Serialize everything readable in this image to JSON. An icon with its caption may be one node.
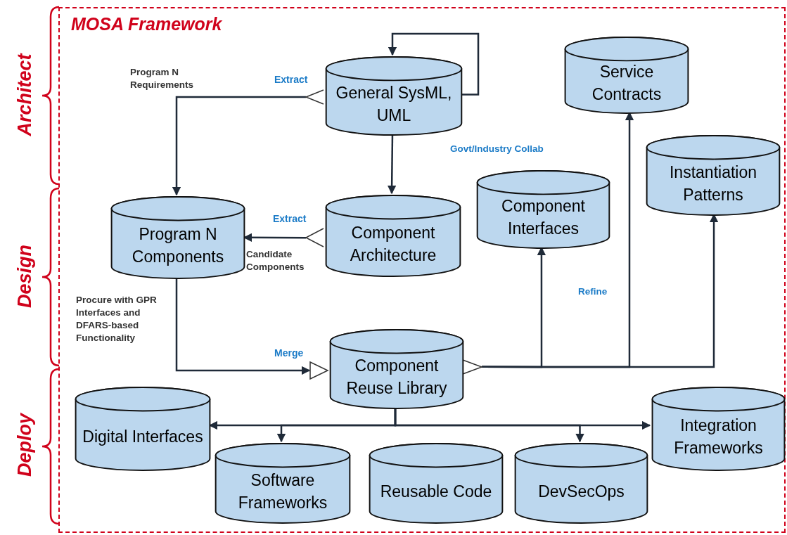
{
  "diagram": {
    "nodes": [
      {
        "text": [
          "MOSA Framework"
        ]
      },
      {
        "text": [
          "General SysML, UML"
        ],
        "in": 0
      },
      {
        "text": [
          "Service Contracts"
        ],
        "in": 0
      },
      {
        "text": [
          "Program N Components"
        ],
        "in": 0
      },
      {
        "text": [
          "Component Architecture"
        ],
        "in": 0
      },
      {
        "text": [
          "Component Interfaces"
        ],
        "in": 0
      },
      {
        "text": [
          "Instantiation Patterns"
        ],
        "in": 0
      },
      {
        "text": [
          "Component Reuse Library"
        ],
        "in": 0
      },
      {
        "text": [
          "Digital Interfaces"
        ],
        "in": 0
      },
      {
        "text": [
          "Integration Frameworks"
        ],
        "in": 0
      },
      {
        "text": [
          "Software Frameworks"
        ],
        "in": 0
      },
      {
        "text": [
          "Reusable Code"
        ],
        "in": 0
      },
      {
        "text": [
          "DevSecOps"
        ],
        "in": 0
      }
    ],
    "edges": [
      {
        "from": 1,
        "to": 1,
        "arrow": "to"
      },
      {
        "from": 1,
        "to": 3,
        "arrow": "to",
        "label": "Extract"
      },
      {
        "from": 1,
        "to": 4,
        "arrow": "to"
      },
      {
        "from": 4,
        "to": 3,
        "arrow": "to",
        "label": "Extract"
      },
      {
        "from": 3,
        "to": 7,
        "arrow": "to",
        "label": "Merge"
      },
      {
        "from": 7,
        "to": 5,
        "arrow": "to"
      },
      {
        "from": 7,
        "to": 2,
        "arrow": "to"
      },
      {
        "from": 7,
        "to": 6,
        "arrow": "to"
      },
      {
        "from": 7,
        "to": 8,
        "arrow": "to"
      },
      {
        "from": 7,
        "to": 10,
        "arrow": "to"
      },
      {
        "from": 7,
        "to": 12,
        "arrow": "to"
      },
      {
        "from": 7,
        "to": 9,
        "arrow": "to"
      }
    ],
    "labels": [
      "Architect",
      "Design",
      "Deploy",
      "Program N Requirements",
      "Govt/Industry Collab",
      "Candidate Components",
      "Refine",
      "Procure with GPR Interfaces and DFARS-based Functionality"
    ]
  }
}
